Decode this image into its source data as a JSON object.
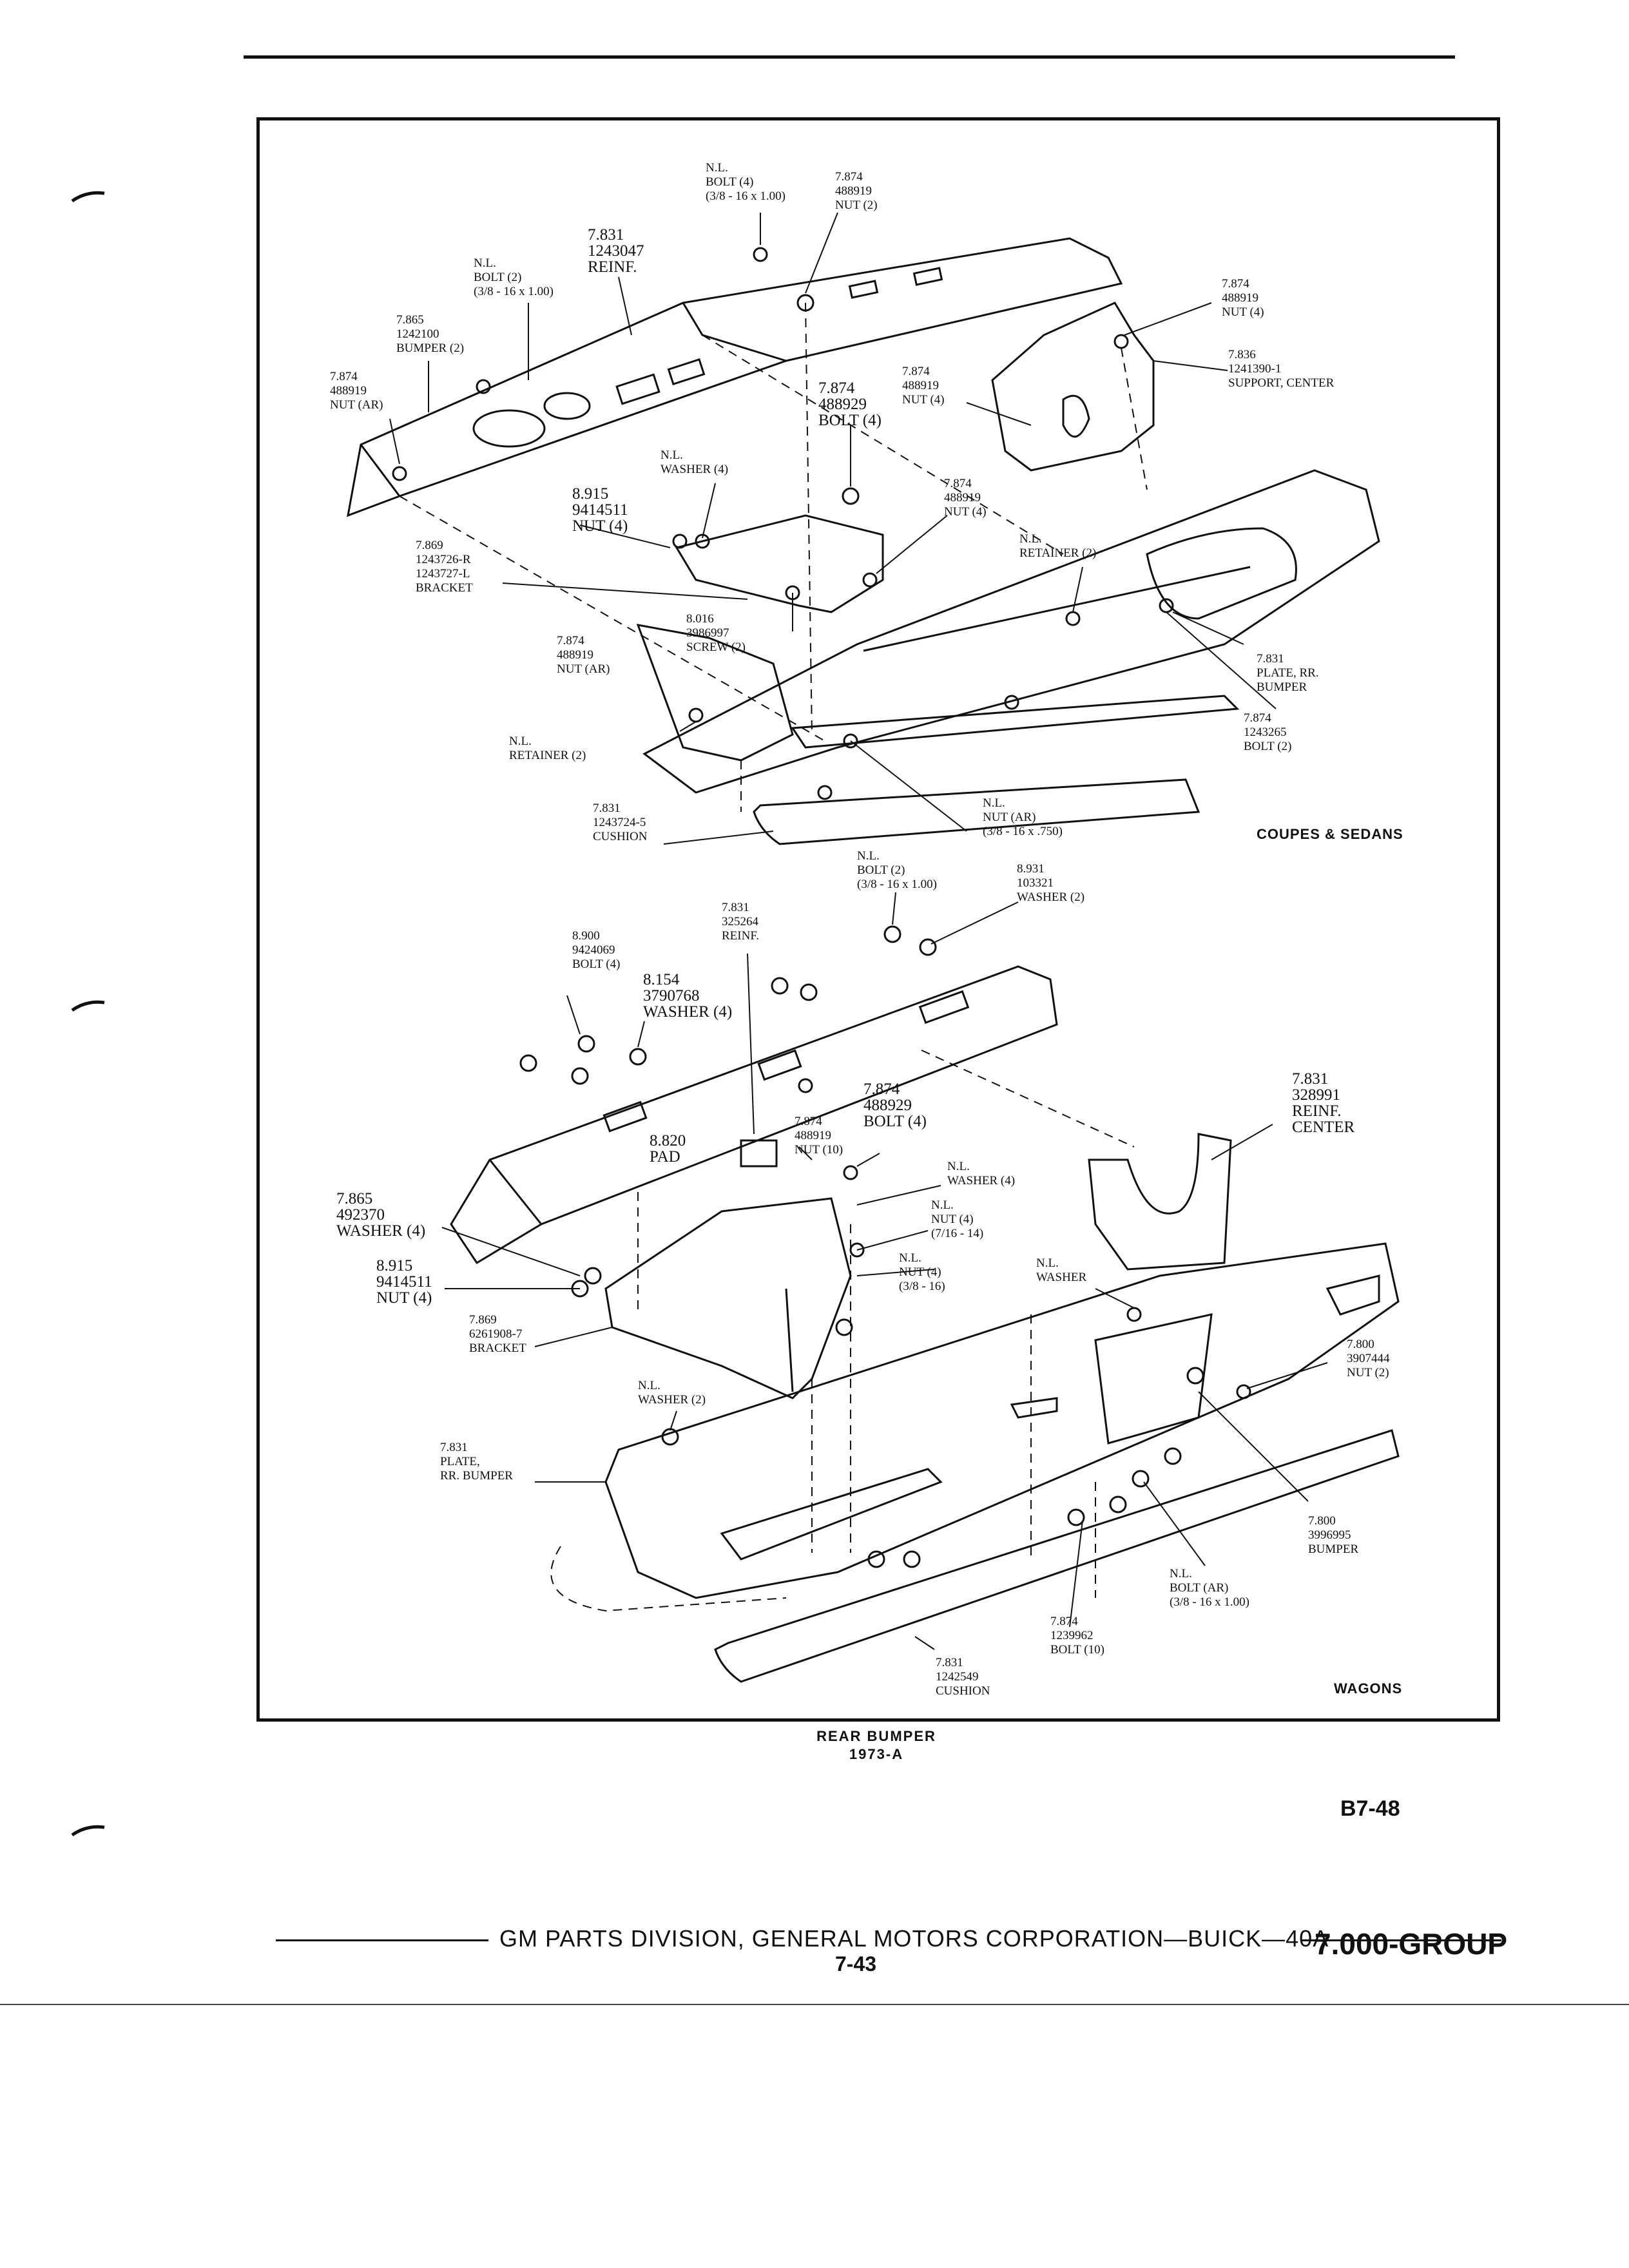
{
  "diagram": {
    "top_section": "COUPES & SEDANS",
    "bottom_section": "WAGONS",
    "caption_title": "REAR BUMPER",
    "caption_sub": "1973-A",
    "top_labels": [
      {
        "id": "t1",
        "text": "N.L.\nBOLT (4)\n(3/8 - 16 x 1.00)"
      },
      {
        "id": "t2",
        "text": "7.874\n488919\nNUT (2)"
      },
      {
        "id": "t3",
        "text": "7.831\n1243047\nREINF."
      },
      {
        "id": "t4",
        "text": "N.L.\nBOLT (2)\n(3/8 - 16 x 1.00)"
      },
      {
        "id": "t5",
        "text": "7.865\n1242100\nBUMPER (2)"
      },
      {
        "id": "t6",
        "text": "7.874\n488919\nNUT (AR)"
      },
      {
        "id": "t7",
        "text": "7.874\n488919\nNUT (4)"
      },
      {
        "id": "t8",
        "text": "7.836\n1241390-1\nSUPPORT, CENTER"
      },
      {
        "id": "t9",
        "text": "7.874\n488929\nBOLT (4)"
      },
      {
        "id": "t10",
        "text": "7.874\n488919\nNUT (4)"
      },
      {
        "id": "t11",
        "text": "N.L.\nWASHER (4)"
      },
      {
        "id": "t12",
        "text": "8.915\n9414511\nNUT (4)"
      },
      {
        "id": "t13",
        "text": "7.874\n488919\nNUT (4)"
      },
      {
        "id": "t14",
        "text": "7.869\n1243726-R\n1243727-L\nBRACKET"
      },
      {
        "id": "t15",
        "text": "N.L.\nRETAINER (2)"
      },
      {
        "id": "t16",
        "text": "8.016\n3986997\nSCREW (2)"
      },
      {
        "id": "t17",
        "text": "7.874\n488919\nNUT (AR)"
      },
      {
        "id": "t18",
        "text": "7.831\nPLATE, RR.\nBUMPER"
      },
      {
        "id": "t19",
        "text": "7.874\n1243265\nBOLT (2)"
      },
      {
        "id": "t20",
        "text": "N.L.\nRETAINER (2)"
      },
      {
        "id": "t21",
        "text": "N.L.\nNUT (AR)\n(3/8 - 16 x .750)"
      },
      {
        "id": "t22",
        "text": "7.831\n1243724-5\nCUSHION"
      }
    ],
    "bottom_labels": [
      {
        "id": "b1",
        "text": "N.L.\nBOLT (2)\n(3/8 - 16 x 1.00)"
      },
      {
        "id": "b2",
        "text": "8.931\n103321\nWASHER (2)"
      },
      {
        "id": "b3",
        "text": "7.831\n325264\nREINF."
      },
      {
        "id": "b4",
        "text": "8.900\n9424069\nBOLT (4)"
      },
      {
        "id": "b5",
        "text": "8.154\n3790768\nWASHER (4)"
      },
      {
        "id": "b6",
        "text": "7.831\n328991\nREINF.\nCENTER"
      },
      {
        "id": "b7",
        "text": "7.874\n488929\nBOLT (4)"
      },
      {
        "id": "b8",
        "text": "7.874\n488919\nNUT (10)"
      },
      {
        "id": "b9",
        "text": "8.820\nPAD"
      },
      {
        "id": "b10",
        "text": "N.L.\nWASHER (4)"
      },
      {
        "id": "b11",
        "text": "N.L.\nNUT (4)\n(7/16 - 14)"
      },
      {
        "id": "b12",
        "text": "7.865\n492370\nWASHER (4)"
      },
      {
        "id": "b13",
        "text": "N.L.\nNUT (4)\n(3/8 - 16)"
      },
      {
        "id": "b14",
        "text": "N.L.\nWASHER"
      },
      {
        "id": "b15",
        "text": "8.915\n9414511\nNUT (4)"
      },
      {
        "id": "b16",
        "text": "7.869\n6261908-7\nBRACKET"
      },
      {
        "id": "b17",
        "text": "7.800\n3907444\nNUT (2)"
      },
      {
        "id": "b18",
        "text": "N.L.\nWASHER (2)"
      },
      {
        "id": "b19",
        "text": "7.831\nPLATE,\nRR. BUMPER"
      },
      {
        "id": "b20",
        "text": "7.800\n3996995\nBUMPER"
      },
      {
        "id": "b21",
        "text": "N.L.\nBOLT (AR)\n(3/8 - 16 x 1.00)"
      },
      {
        "id": "b22",
        "text": "7.874\n1239962\nBOLT (10)"
      },
      {
        "id": "b23",
        "text": "7.831\n1242549\nCUSHION"
      }
    ]
  },
  "page": {
    "page_id": "B7-48",
    "footer": "GM PARTS DIVISION, GENERAL MOTORS CORPORATION—BUICK—40A",
    "footer_page": "7-43",
    "group": "7.000-GROUP"
  }
}
